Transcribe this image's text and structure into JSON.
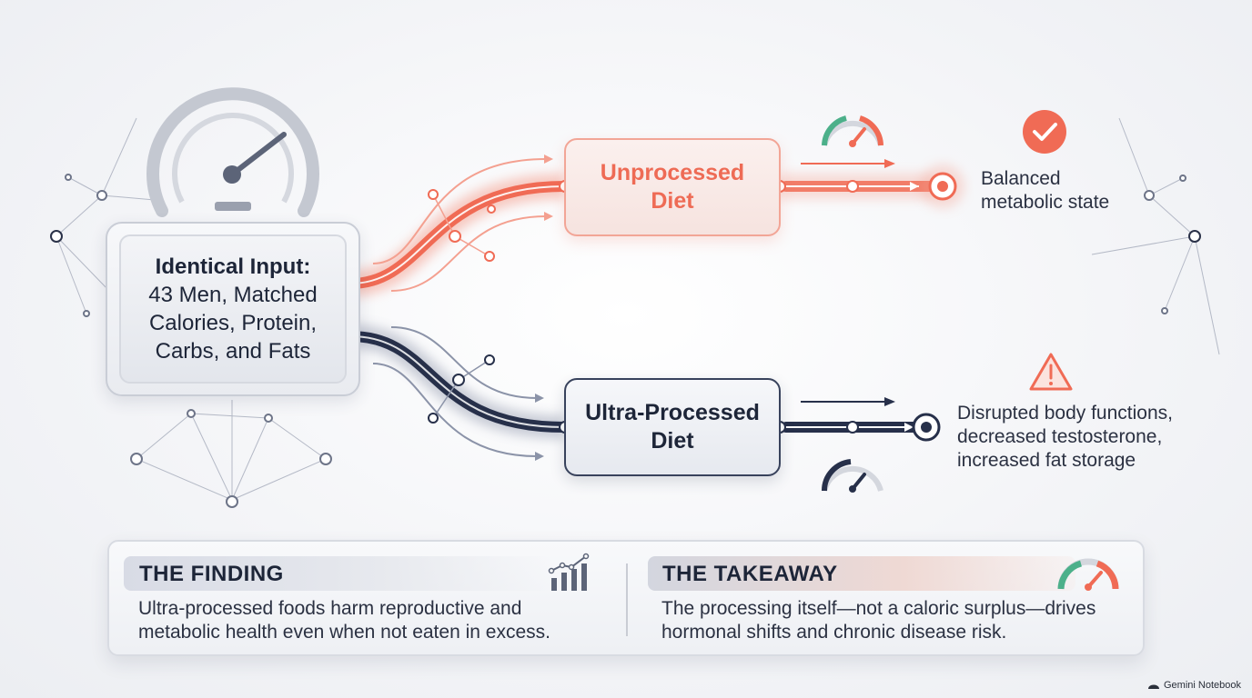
{
  "input": {
    "title": "Identical Input:",
    "lines": [
      "43 Men, Matched",
      "Calories, Protein,",
      "Carbs, and Fats"
    ]
  },
  "paths": {
    "unprocessed": {
      "lines": [
        "Unprocessed",
        "Diet"
      ],
      "color": "#f06b55"
    },
    "ultra_processed": {
      "lines": [
        "Ultra-Processed",
        "Diet"
      ],
      "color": "#27304a"
    }
  },
  "outcomes": {
    "unprocessed": {
      "lines": [
        "Balanced",
        "metabolic state"
      ],
      "icon": "check-circle-icon"
    },
    "ultra_processed": {
      "lines": [
        "Disrupted body functions,",
        "decreased testosterone,",
        "increased fat storage"
      ],
      "icon": "warning-triangle-icon"
    }
  },
  "summary": {
    "finding": {
      "title": "THE FINDING",
      "lines": [
        "Ultra-processed foods harm reproductive and",
        "metabolic health even when not eaten in excess."
      ],
      "icon": "bar-chart-icon"
    },
    "takeaway": {
      "title": "THE TAKEAWAY",
      "lines": [
        "The processing itself—not a caloric surplus—drives",
        "hormonal shifts and chronic disease risk."
      ],
      "icon": "gauge-icon"
    }
  },
  "watermark": "Gemini Notebook"
}
